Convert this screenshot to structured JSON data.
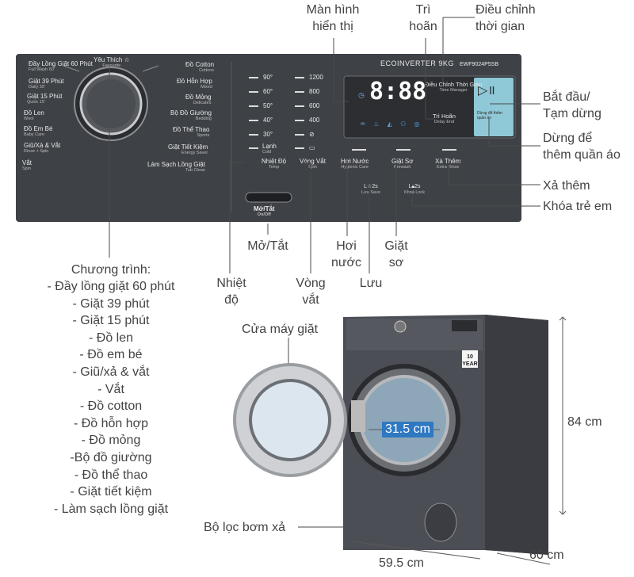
{
  "panel": {
    "model": "ECOINVERTER 9KG",
    "model_code": "EWF9024P5SB",
    "programs_left": [
      {
        "vi": "Đầy Lồng Giặt 60 Phút",
        "en": "Full Wash 60'"
      },
      {
        "vi": "Giặt 39 Phút",
        "en": "Daily 39'"
      },
      {
        "vi": "Giặt 15 Phút",
        "en": "Quick 15'"
      },
      {
        "vi": "Đồ Len",
        "en": "Wool"
      },
      {
        "vi": "Đồ Em Bé",
        "en": "Baby Care"
      },
      {
        "vi": "Giũ/Xả & Vắt",
        "en": "Rinse + Spin"
      },
      {
        "vi": "Vắt",
        "en": "Spin"
      }
    ],
    "favourite": {
      "vi": "Yêu Thích ☆",
      "en": "Favourite"
    },
    "programs_right": [
      {
        "vi": "Đồ Cotton",
        "en": "Cottons"
      },
      {
        "vi": "Đồ Hỗn Hợp",
        "en": "Mixed"
      },
      {
        "vi": "Đồ Mỏng",
        "en": "Delicates"
      },
      {
        "vi": "Bộ Đồ Giường",
        "en": "Bedding"
      },
      {
        "vi": "Đồ Thể Thao",
        "en": "Sports"
      },
      {
        "vi": "Giặt Tiết Kiệm",
        "en": "Energy Saver"
      },
      {
        "vi": "Làm Sạch Lồng Giặt",
        "en": "Tub Clean"
      }
    ],
    "temps": [
      "90°",
      "60°",
      "50°",
      "40°",
      "30°",
      "Lạnh"
    ],
    "temp_cold_en": "Cold",
    "spins": [
      "1200",
      "800",
      "600",
      "400",
      "⊘",
      "▭"
    ],
    "digits": "8:88",
    "delay_time": {
      "vi": "Điều Chỉnh Thời Gian",
      "en": "Time Manager"
    },
    "delay_end": {
      "vi": "Trì Hoãn",
      "en": "Delay End"
    },
    "add_garment": "Dừng để thêm quần áo",
    "temp_btn": {
      "vi": "Nhiệt Độ",
      "en": "Temp"
    },
    "spin_btn": {
      "vi": "Vòng Vắt",
      "en": "Spin"
    },
    "steam_btn": {
      "vi": "Hơi Nước",
      "en": "Hygienic Care"
    },
    "prewash_btn": {
      "vi": "Giặt Sơ",
      "en": "Prewash"
    },
    "rinse_btn": {
      "vi": "Xả Thêm",
      "en": "Extra Rinse"
    },
    "save_lbl": {
      "vi": "Lưu",
      "en": "Save",
      "hold": "2s"
    },
    "lock_lbl": {
      "vi": "Khoá",
      "en": "Lock",
      "hold": "2s"
    },
    "power": {
      "vi": "Mở/Tắt",
      "en": "On/Off"
    }
  },
  "annotations": {
    "display": "Màn hình\nhiển thị",
    "delay": "Trì\nhoãn",
    "time_adjust": "Điều chỉnh\nthời gian",
    "start_pause": "Bắt đầu/\nTạm dừng",
    "add_clothes": "Dừng để\nthêm quần áo",
    "extra_rinse": "Xả thêm",
    "child_lock": "Khóa trẻ em",
    "power": "Mở/Tắt",
    "temp": "Nhiệt\nđộ",
    "spin": "Vòng\nvắt",
    "steam": "Hơi\nnước",
    "save": "Lưu",
    "prewash": "Giặt\nsơ",
    "door": "Cửa máy giặt",
    "filter": "Bộ lọc bơm xả"
  },
  "programs": {
    "title": "Chương trình:",
    "items": [
      "- Đầy lồng giặt 60 phút",
      "- Giặt 39 phút",
      "- Giặt 15 phút",
      "- Đồ len",
      "- Đồ em bé",
      "- Giũ/xả & vắt",
      "- Vắt",
      "- Đồ cotton",
      "- Đồ hỗn hợp",
      "- Đồ mỏng",
      "-Bộ đồ giường",
      "- Đồ thể thao",
      "- Giặt tiết kiệm",
      "- Làm sạch lồng giặt"
    ]
  },
  "dimensions": {
    "height": "84 cm",
    "depth": "60 cm",
    "width": "59.5 cm",
    "door": "31.5 cm"
  },
  "machine": {
    "badge": "10 YEAR"
  }
}
